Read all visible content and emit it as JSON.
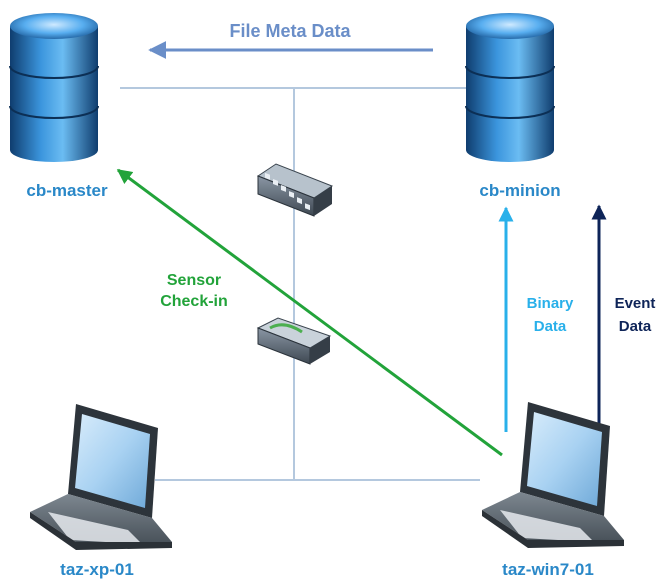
{
  "nodes": {
    "master": "cb-master",
    "minion": "cb-minion",
    "xp": "taz-xp-01",
    "win7": "taz-win7-01"
  },
  "flows": {
    "file_meta": "File Meta Data",
    "sensor_1": "Sensor",
    "sensor_2": "Check-in",
    "binary_1": "Binary",
    "binary_2": "Data",
    "event_1": "Event",
    "event_2": "Data"
  },
  "colors": {
    "node_label": "#2a88c8",
    "file_meta": "#6a8ec8",
    "sensor": "#22a33a",
    "binary": "#29b0ea",
    "event": "#0e2458",
    "network_line": "#b4c8de",
    "database": "#2f7fc4"
  },
  "icons": {
    "master": "database-icon",
    "minion": "database-icon",
    "switch": "network-switch-icon",
    "router": "network-router-icon",
    "xp": "laptop-icon",
    "win7": "laptop-icon"
  }
}
